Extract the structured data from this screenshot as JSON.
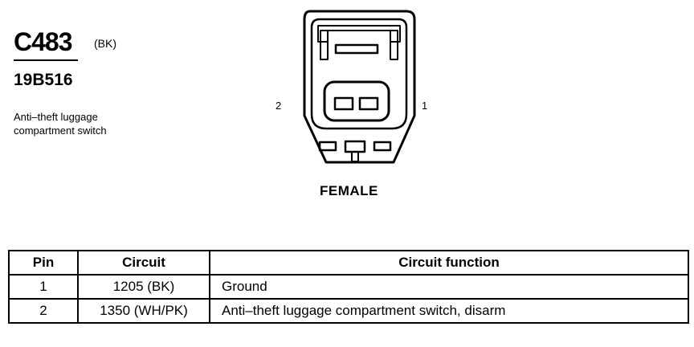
{
  "connector": {
    "id": "C483",
    "color_code": "(BK)",
    "part_number": "19B516",
    "description_lines": [
      "Anti–theft luggage",
      "compartment switch"
    ],
    "gender": "FEMALE",
    "pin_labels": {
      "left": "2",
      "right": "1"
    }
  },
  "pin_table": {
    "headers": {
      "pin": "Pin",
      "circuit": "Circuit",
      "function": "Circuit function"
    },
    "rows": [
      {
        "pin": "1",
        "circuit": "1205 (BK)",
        "function": "Ground"
      },
      {
        "pin": "2",
        "circuit": "1350 (WH/PK)",
        "function": "Anti–theft luggage compartment switch, disarm"
      }
    ]
  }
}
